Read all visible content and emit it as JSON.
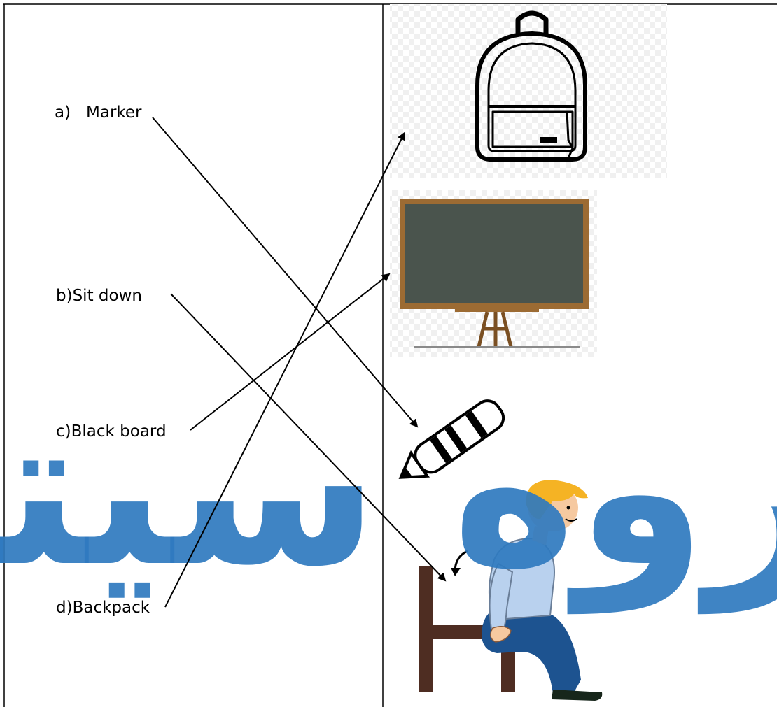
{
  "worksheet": {
    "items": [
      {
        "label": "a)   Marker",
        "picture": "crayon-marker"
      },
      {
        "label": "b)Sit down",
        "picture": "boy-sitting-on-chair"
      },
      {
        "label": "c)Black board",
        "picture": "blackboard-on-easel"
      },
      {
        "label": "d)Backpack",
        "picture": "backpack"
      }
    ],
    "pictures": [
      "backpack",
      "blackboard-on-easel",
      "crayon-marker",
      "boy-sitting-on-chair"
    ]
  },
  "watermark": {
    "text": "جزوه سیتی",
    "color": "#2f79bf"
  },
  "colors": {
    "lines": "#000000",
    "blackboard": "#4a544d",
    "board_frame": "#9c6b33",
    "chair": "#4e2d22",
    "hair": "#f5b324",
    "shirt": "#b9d1ee",
    "jeans": "#1d5390"
  }
}
